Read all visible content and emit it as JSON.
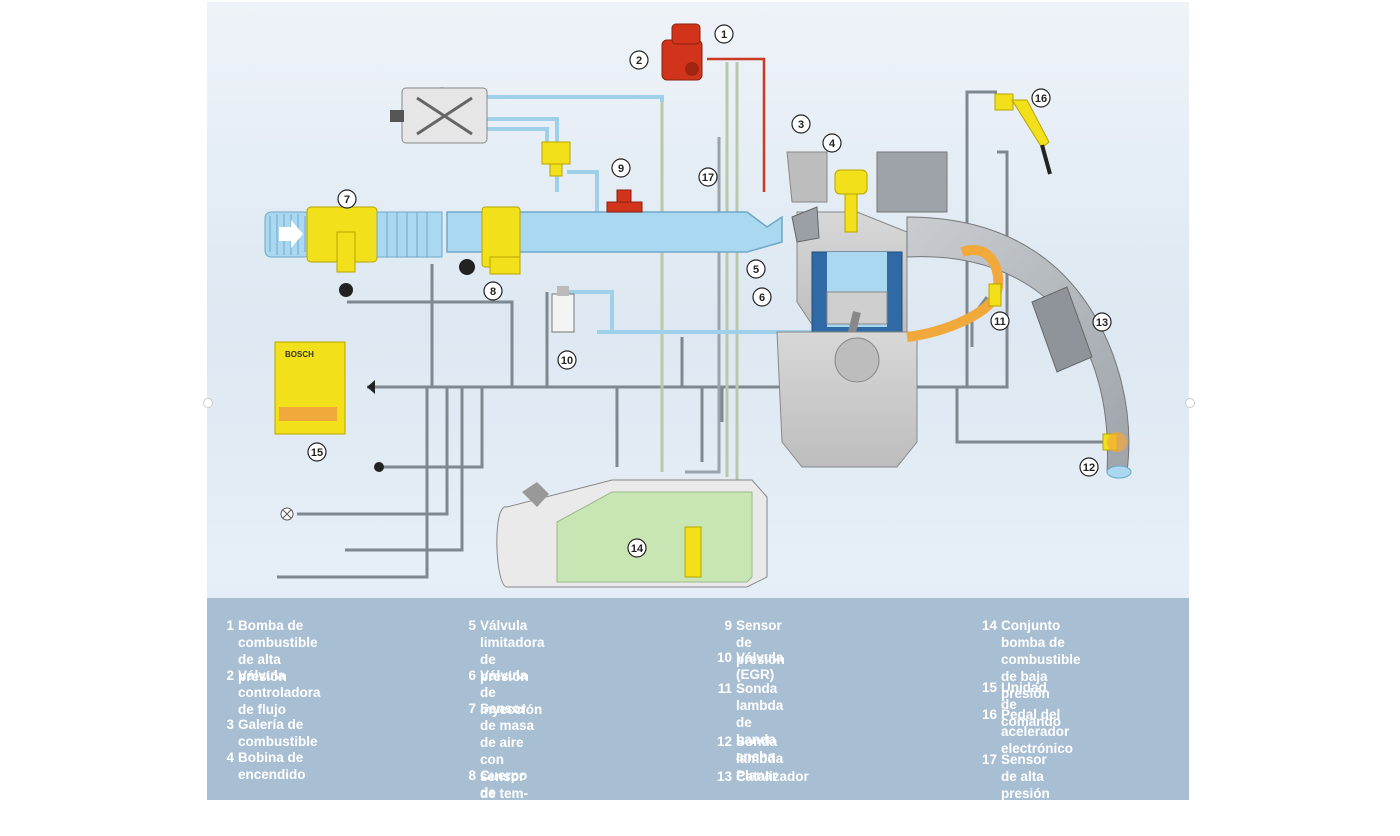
{
  "diagram": {
    "brand_label": "BOSCH",
    "callouts": [
      "1",
      "2",
      "3",
      "4",
      "5",
      "6",
      "7",
      "8",
      "9",
      "10",
      "11",
      "12",
      "13",
      "14",
      "15",
      "16",
      "17"
    ]
  },
  "legend": {
    "items": [
      {
        "num": "1",
        "text": "Bomba de combustible\nde alta presión"
      },
      {
        "num": "2",
        "text": "Válvula controladora\nde flujo"
      },
      {
        "num": "3",
        "text": "Galería de combustible"
      },
      {
        "num": "4",
        "text": "Bobina de encendido"
      },
      {
        "num": "5",
        "text": "Válvula limitadora\nde presión"
      },
      {
        "num": "6",
        "text": "Válvula de inyección"
      },
      {
        "num": "7",
        "text": "Sensor de masa de aire\ncon sensor de tem-\nperatura integrado"
      },
      {
        "num": "8",
        "text": "Cuerpo de mariposa (EGAS)"
      },
      {
        "num": "9",
        "text": "Sensor de presión"
      },
      {
        "num": "10",
        "text": "Válvula (EGR)"
      },
      {
        "num": "11",
        "text": "Sonda lambda de banda\nancha"
      },
      {
        "num": "12",
        "text": "Sonda lambda Planar"
      },
      {
        "num": "13",
        "text": "Catalizador"
      },
      {
        "num": "14",
        "text": "Conjunto bomba de\ncombustible de baja\npresión"
      },
      {
        "num": "15",
        "text": "Unidad de comando"
      },
      {
        "num": "16",
        "text": "Pedal del acelerador\nelectrónico"
      },
      {
        "num": "17",
        "text": "Sensor de alta presión"
      }
    ]
  },
  "colors": {
    "legend_bg": "#a8bed2",
    "yellow": "#f2e01a",
    "pipe_blue": "#9fd0ea",
    "hp_red": "#d2331b",
    "exhaust_orange": "#f2a93b",
    "tank_green": "#c8e6b4",
    "wire_gray": "#808890"
  }
}
